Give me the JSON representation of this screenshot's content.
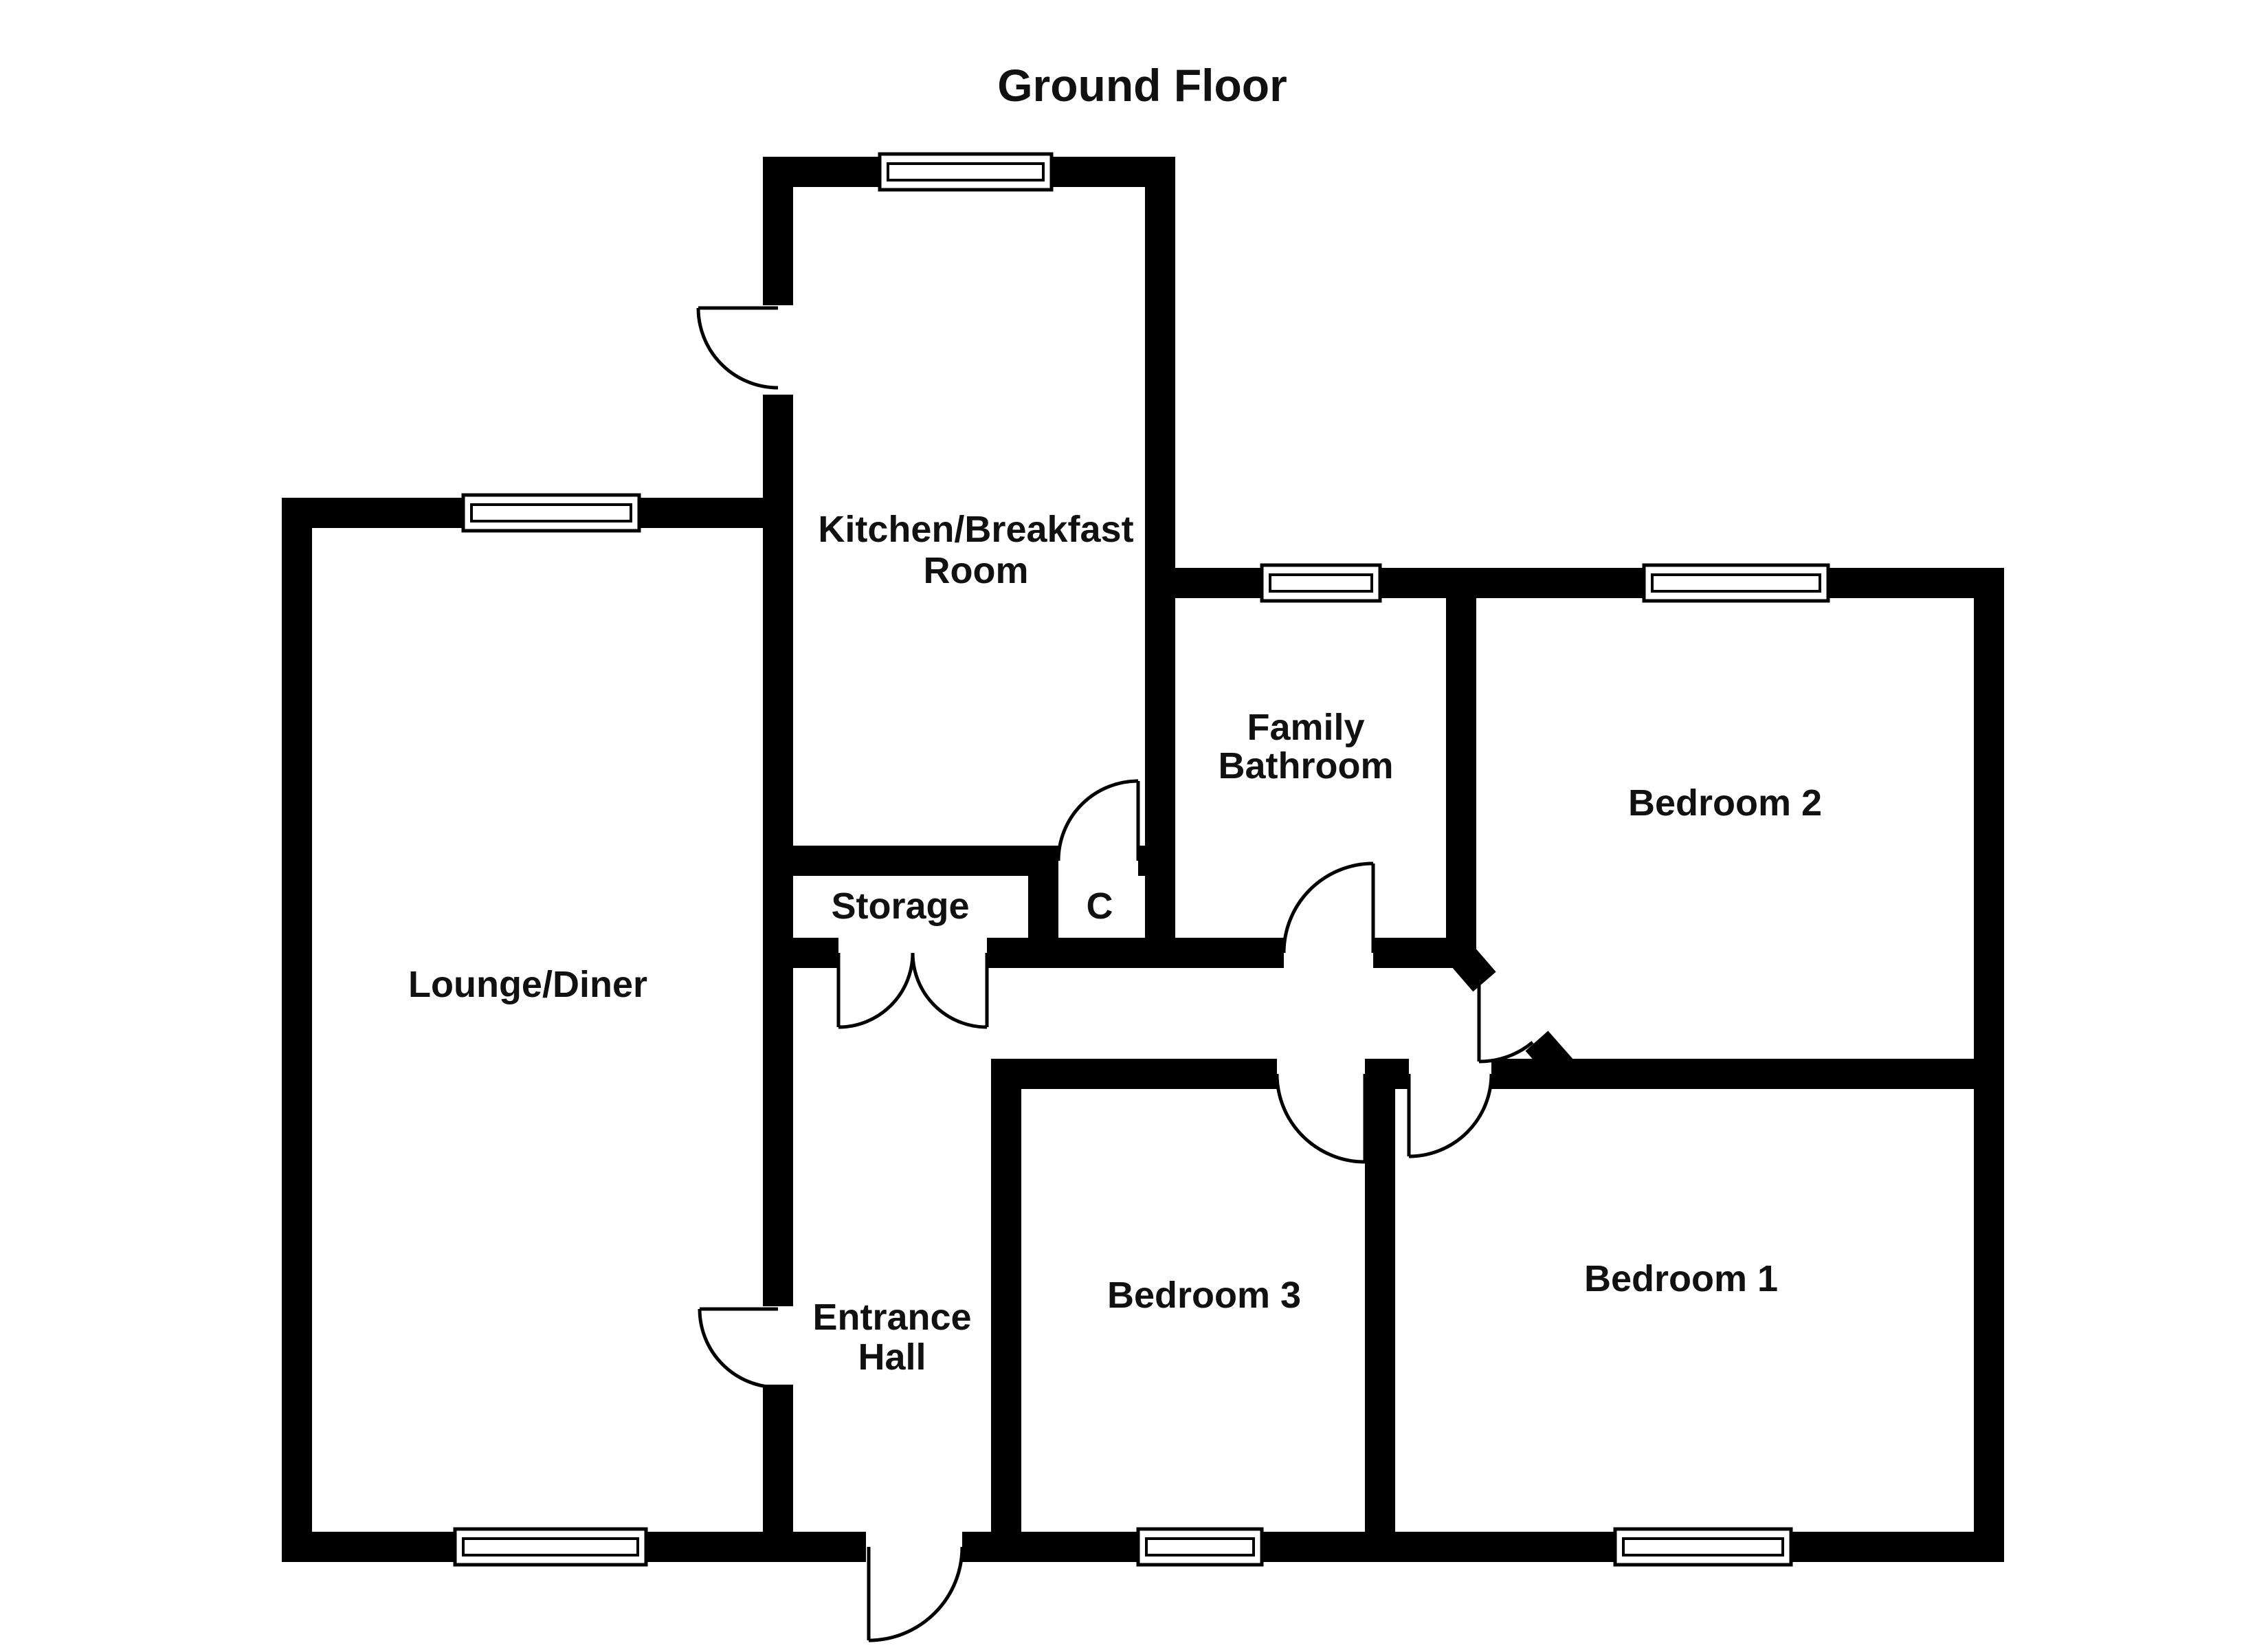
{
  "title": "Ground Floor",
  "rooms": {
    "kitchen": {
      "line1": "Kitchen/Breakfast",
      "line2": "Room"
    },
    "bathroom": {
      "line1": "Family",
      "line2": "Bathroom"
    },
    "bedroom2": {
      "label": "Bedroom 2"
    },
    "lounge": {
      "label": "Lounge/Diner"
    },
    "storage": {
      "label": "Storage"
    },
    "cupboard": {
      "label": "C"
    },
    "entrance": {
      "line1": "Entrance",
      "line2": "Hall"
    },
    "bedroom3": {
      "label": "Bedroom 3"
    },
    "bedroom1": {
      "label": "Bedroom 1"
    }
  },
  "colors": {
    "wall": "#000000",
    "text": "#111111",
    "background": "#ffffff"
  }
}
